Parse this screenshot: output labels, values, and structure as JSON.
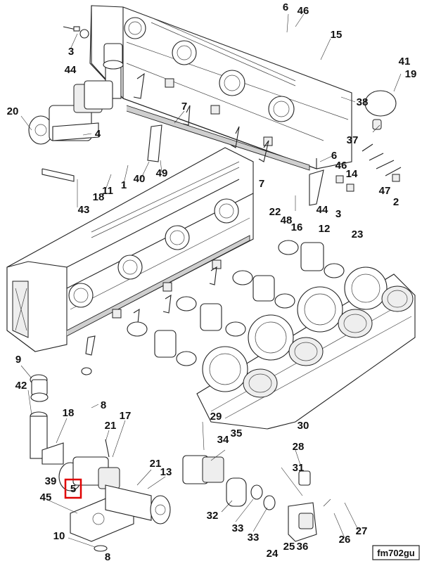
{
  "diagram": {
    "labels": [
      "1",
      "2",
      "3",
      "3",
      "4",
      "5",
      "6",
      "6",
      "7",
      "7",
      "8",
      "8",
      "9",
      "10",
      "11",
      "12",
      "13",
      "14",
      "15",
      "16",
      "17",
      "18",
      "18",
      "19",
      "20",
      "21",
      "21",
      "22",
      "23",
      "24",
      "25",
      "26",
      "27",
      "28",
      "29",
      "30",
      "31",
      "32",
      "33",
      "33",
      "34",
      "35",
      "36",
      "37",
      "38",
      "39",
      "40",
      "41",
      "42",
      "43",
      "44",
      "44",
      "45",
      "46",
      "46",
      "47",
      "48",
      "49"
    ],
    "highlighted_label": "5",
    "figure_code": "fm702gu",
    "highlight_color": "#e00000"
  }
}
